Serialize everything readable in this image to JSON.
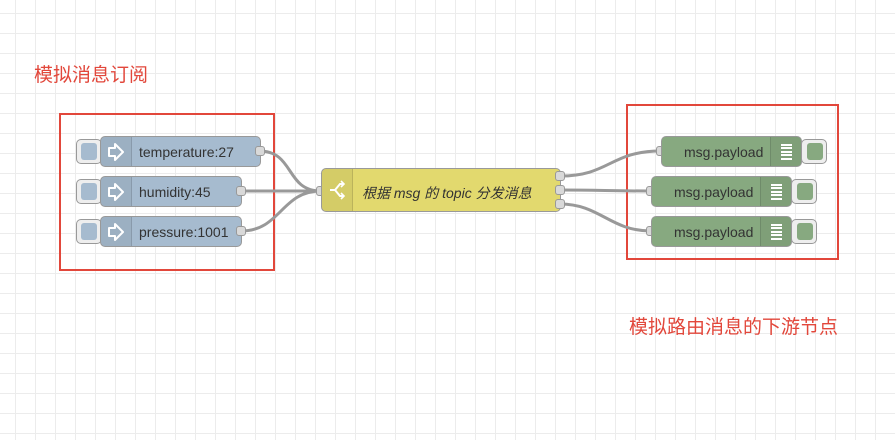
{
  "annotations": {
    "subscribe_label": "模拟消息订阅",
    "downstream_label": "模拟路由消息的下游节点"
  },
  "flow": {
    "inject_nodes": [
      {
        "label": "temperature:27",
        "icon": "arrow-in-icon"
      },
      {
        "label": "humidity:45",
        "icon": "arrow-in-icon"
      },
      {
        "label": "pressure:1001",
        "icon": "arrow-in-icon"
      }
    ],
    "switch_node": {
      "label": "根据 msg 的 topic 分发消息",
      "icon": "switch-icon"
    },
    "debug_nodes": [
      {
        "label": "msg.payload",
        "icon": "list-icon"
      },
      {
        "label": "msg.payload",
        "icon": "list-icon"
      },
      {
        "label": "msg.payload",
        "icon": "list-icon"
      }
    ]
  },
  "colors": {
    "annotation": "#e2473b",
    "inject": "#a6bbcf",
    "switch": "#e2d96e",
    "debug": "#87a980",
    "debug_active": "#87a980",
    "inject_button": "#a6bbcf",
    "wire": "#999999"
  }
}
